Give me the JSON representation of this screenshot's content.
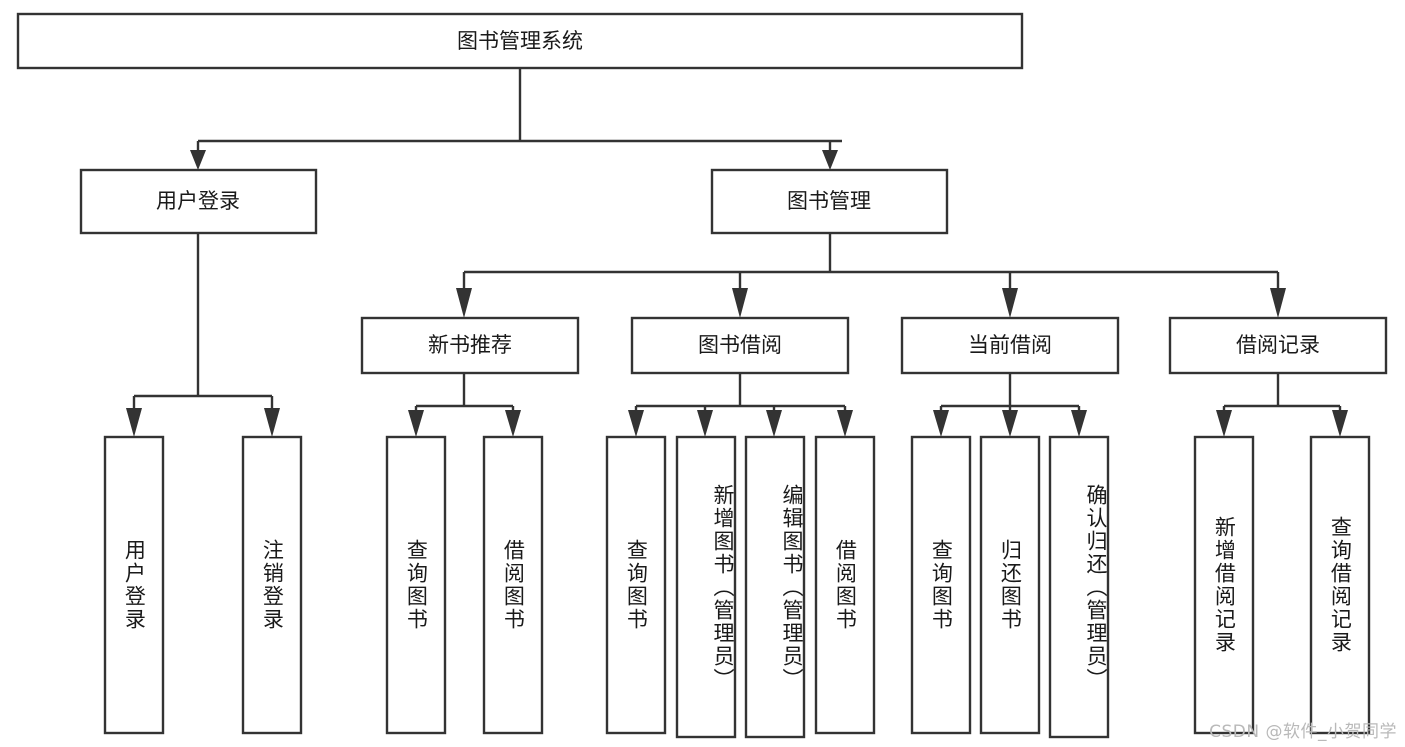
{
  "diagram": {
    "type": "hierarchy-tree",
    "title": "图书管理系统",
    "orientation": "top-down",
    "colors": {
      "box_stroke": "#333333",
      "box_fill": "#ffffff",
      "text": "#1a1a1a",
      "background": "#ffffff",
      "watermark": "#b9b9b9"
    },
    "levels": {
      "root": "图书管理系统",
      "level2": [
        "用户登录",
        "图书管理"
      ],
      "level3": [
        "新书推荐",
        "图书借阅",
        "当前借阅",
        "借阅记录"
      ],
      "level4": [
        "用户登录",
        "注销登录",
        "查询图书",
        "借阅图书",
        "查询图书",
        "新增图书（管理员）",
        "编辑图书（管理员）",
        "借阅图书",
        "查询图书",
        "归还图书",
        "确认归还（管理员）",
        "新增借阅记录",
        "查询借阅记录"
      ]
    },
    "nodes": {
      "root": {
        "label": "图书管理系统"
      },
      "user_login": {
        "label": "用户登录"
      },
      "book_manage": {
        "label": "图书管理"
      },
      "new_book_rec": {
        "label": "新书推荐"
      },
      "book_borrow": {
        "label": "图书借阅"
      },
      "current_borrow": {
        "label": "当前借阅"
      },
      "borrow_record": {
        "label": "借阅记录"
      },
      "leaf_user_login": {
        "label": "用户登录"
      },
      "leaf_logout": {
        "label": "注销登录"
      },
      "leaf_query_book_1": {
        "label": "查询图书"
      },
      "leaf_borrow_book_1": {
        "label": "借阅图书"
      },
      "leaf_query_book_2": {
        "label": "查询图书"
      },
      "leaf_add_book_admin": {
        "label": "新增图书（管理员）"
      },
      "leaf_edit_book_admin": {
        "label": "编辑图书（管理员）"
      },
      "leaf_borrow_book_2": {
        "label": "借阅图书"
      },
      "leaf_query_book_3": {
        "label": "查询图书"
      },
      "leaf_return_book": {
        "label": "归还图书"
      },
      "leaf_confirm_return_admin": {
        "label": "确认归还（管理员）"
      },
      "leaf_add_borrow_record": {
        "label": "新增借阅记录"
      },
      "leaf_query_borrow_record": {
        "label": "查询借阅记录"
      }
    },
    "edges": [
      {
        "from": "root",
        "to": "user_login"
      },
      {
        "from": "root",
        "to": "book_manage"
      },
      {
        "from": "user_login",
        "to": "leaf_user_login"
      },
      {
        "from": "user_login",
        "to": "leaf_logout"
      },
      {
        "from": "book_manage",
        "to": "new_book_rec"
      },
      {
        "from": "book_manage",
        "to": "book_borrow"
      },
      {
        "from": "book_manage",
        "to": "current_borrow"
      },
      {
        "from": "book_manage",
        "to": "borrow_record"
      },
      {
        "from": "new_book_rec",
        "to": "leaf_query_book_1"
      },
      {
        "from": "new_book_rec",
        "to": "leaf_borrow_book_1"
      },
      {
        "from": "book_borrow",
        "to": "leaf_query_book_2"
      },
      {
        "from": "book_borrow",
        "to": "leaf_add_book_admin"
      },
      {
        "from": "book_borrow",
        "to": "leaf_edit_book_admin"
      },
      {
        "from": "book_borrow",
        "to": "leaf_borrow_book_2"
      },
      {
        "from": "current_borrow",
        "to": "leaf_query_book_3"
      },
      {
        "from": "current_borrow",
        "to": "leaf_return_book"
      },
      {
        "from": "current_borrow",
        "to": "leaf_confirm_return_admin"
      },
      {
        "from": "borrow_record",
        "to": "leaf_add_borrow_record"
      },
      {
        "from": "borrow_record",
        "to": "leaf_query_borrow_record"
      }
    ]
  },
  "watermark": {
    "text": "CSDN @软件_小贺同学"
  }
}
